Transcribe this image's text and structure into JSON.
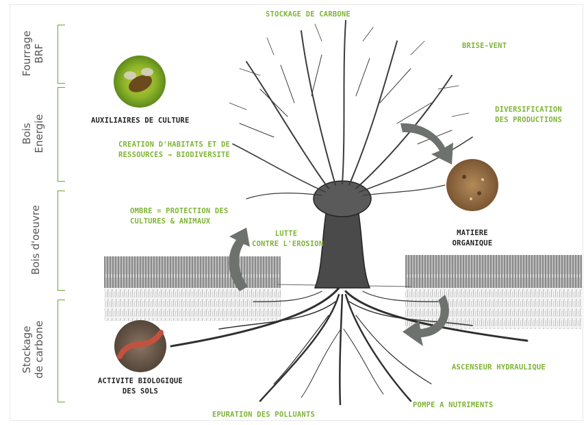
{
  "left_labels": [
    {
      "line1": "Fourrage",
      "line2": "BRF"
    },
    {
      "line1": "Bois",
      "line2": "Energie"
    },
    {
      "line1": "Bois d'oeuvre",
      "line2": ""
    },
    {
      "line1": "Stockage",
      "line2": "de carbone"
    }
  ],
  "labels": {
    "stockage_carbone": "STOCKAGE DE CARBONE",
    "brise_vent": "BRISE-VENT",
    "diversification_1": "DIVERSIFICATION",
    "diversification_2": "DES PRODUCTIONS",
    "auxiliaires": "AUXILIAIRES DE CULTURE",
    "creation_1": "CREATION D'HABITATS ET DE",
    "creation_2": "RESSOURCES → BIODIVERSITE",
    "ombre_1": "OMBRE = PROTECTION DES",
    "ombre_2": "CULTURES & ANIMAUX",
    "lutte_1": "LUTTE",
    "lutte_2": "CONTRE L'EROSION",
    "matiere_1": "MATIERE",
    "matiere_2": "ORGANIQUE",
    "activite_1": "ACTIVITE BIOLOGIQUE",
    "activite_2": "DES SOLS",
    "ascenseur": "ASCENSEUR HYDRAULIQUE",
    "pompe": "POMPE A NUTRIMENTS",
    "epuration": "EPURATION DES POLLUANTS"
  },
  "photos": [
    {
      "name": "bee",
      "icon": "bee-photo"
    },
    {
      "name": "soil",
      "icon": "soil-photo"
    },
    {
      "name": "earthworm",
      "icon": "earthworm-photo"
    }
  ],
  "colors": {
    "accent_green": "#7fb437",
    "bracket_green": "#6fa036",
    "arrow_gray": "#6e726e",
    "label_dark": "#222222"
  }
}
